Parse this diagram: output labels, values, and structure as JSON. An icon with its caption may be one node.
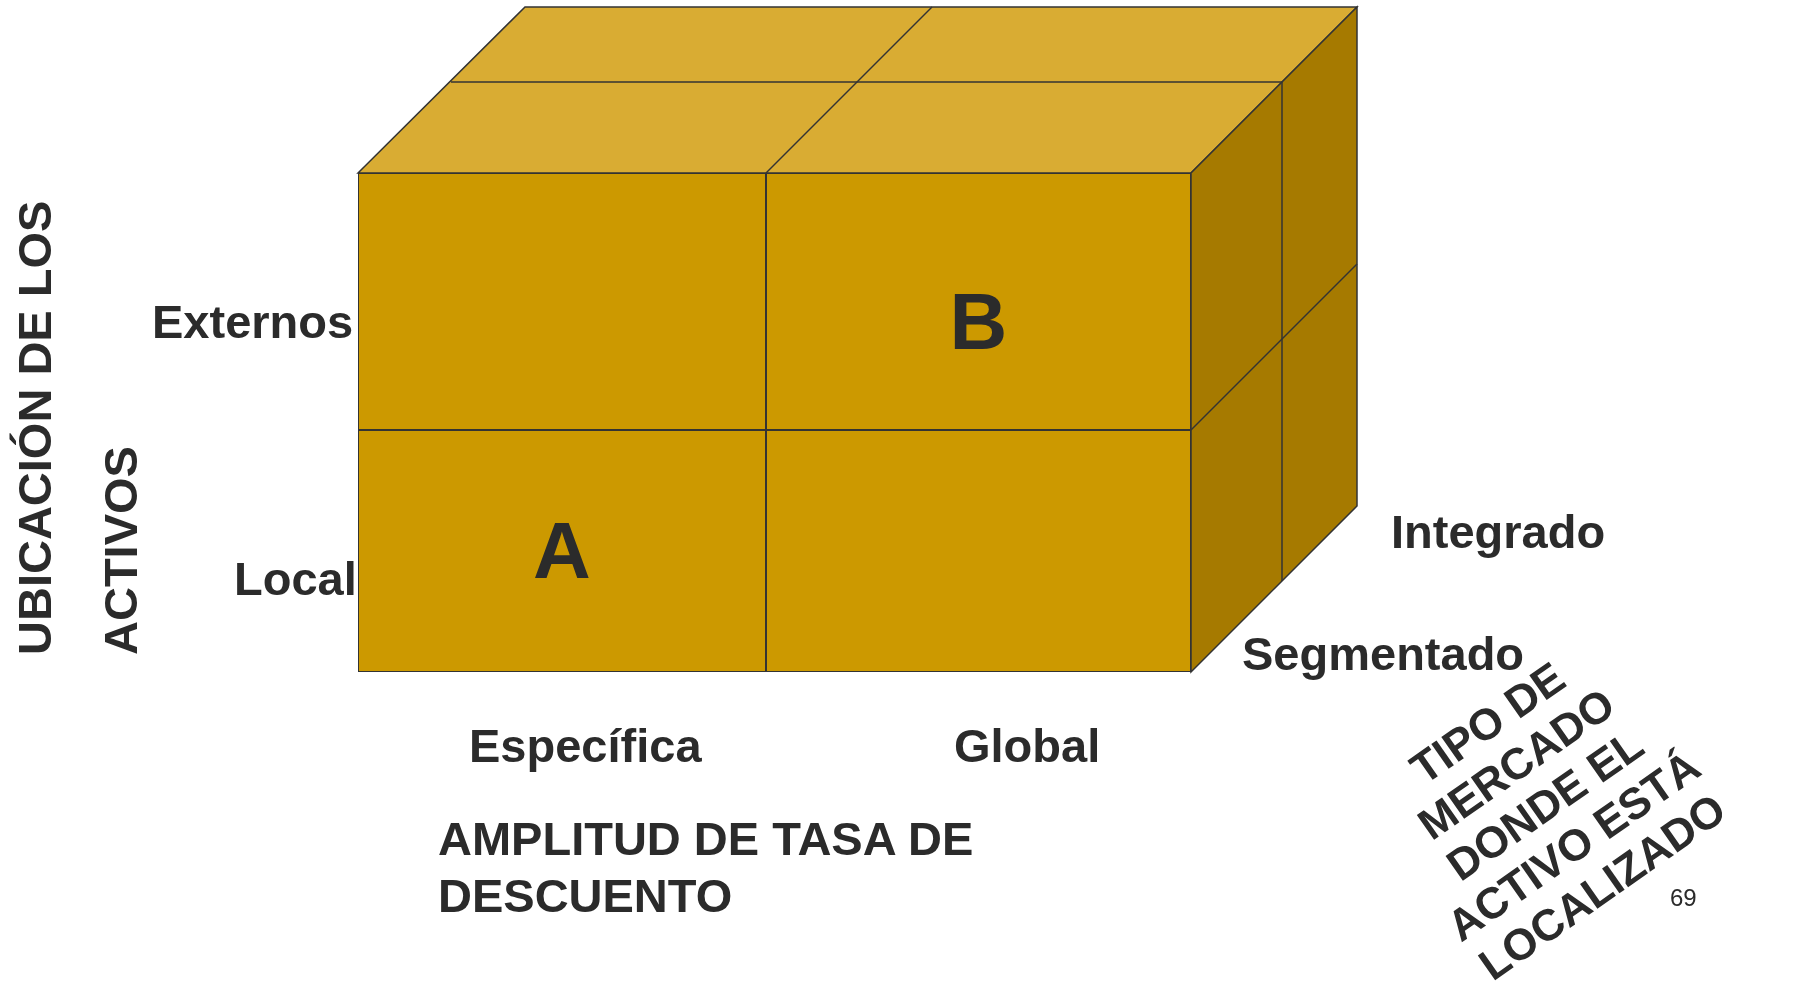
{
  "diagram": {
    "nodes": [
      {
        "text": [],
        "shape": "box"
      },
      {
        "text": [
          "B"
        ]
      },
      {
        "text": [
          "A"
        ]
      },
      {
        "text": [],
        "shape": "box"
      }
    ],
    "labels": [
      "UBICACIÓN DE LOS ACTIVOS",
      "Externos",
      "Integrado",
      "Local",
      "Segmentado",
      "Específica",
      "Global",
      "AMPLITUD DE TASA DE DESCUENTO",
      "TIPO DE MERCADO DONDE EL ACTIVO ESTÁ LOCALIZADO",
      "69"
    ]
  }
}
